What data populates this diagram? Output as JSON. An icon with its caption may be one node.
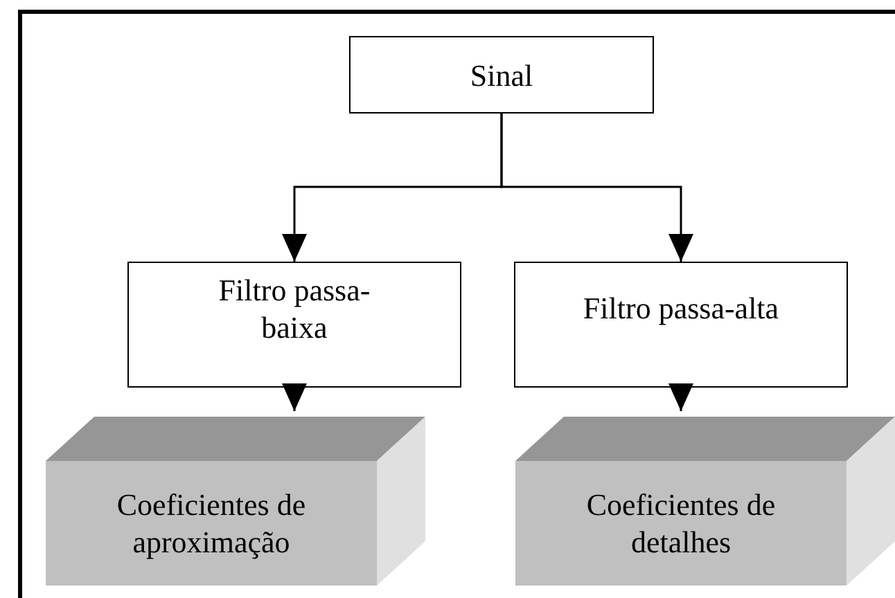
{
  "diagram": {
    "nodes": [
      {
        "text": [
          "Sinal"
        ]
      },
      {
        "text": [
          "Filtro passa-baixa"
        ]
      },
      {
        "text": [
          "Filtro passa-alta"
        ]
      },
      {
        "text": [
          "Coeficientes de aproximação"
        ]
      },
      {
        "text": [
          "Coeficientes de detalhes"
        ]
      }
    ],
    "edges": [
      {
        "from": 0,
        "to": 1,
        "arrow": "to"
      },
      {
        "from": 0,
        "to": 2,
        "arrow": "to"
      },
      {
        "from": 1,
        "to": 3,
        "arrow": "to"
      },
      {
        "from": 2,
        "to": 4,
        "arrow": "to"
      }
    ]
  }
}
